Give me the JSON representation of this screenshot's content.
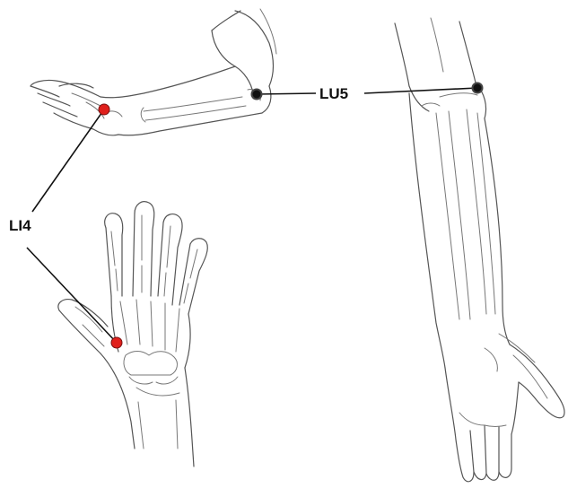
{
  "points": [
    {
      "id": "LI4",
      "label": "LI4",
      "marker_color": "#e0201c"
    },
    {
      "id": "LU5",
      "label": "LU5",
      "marker_color": "#111111"
    }
  ]
}
